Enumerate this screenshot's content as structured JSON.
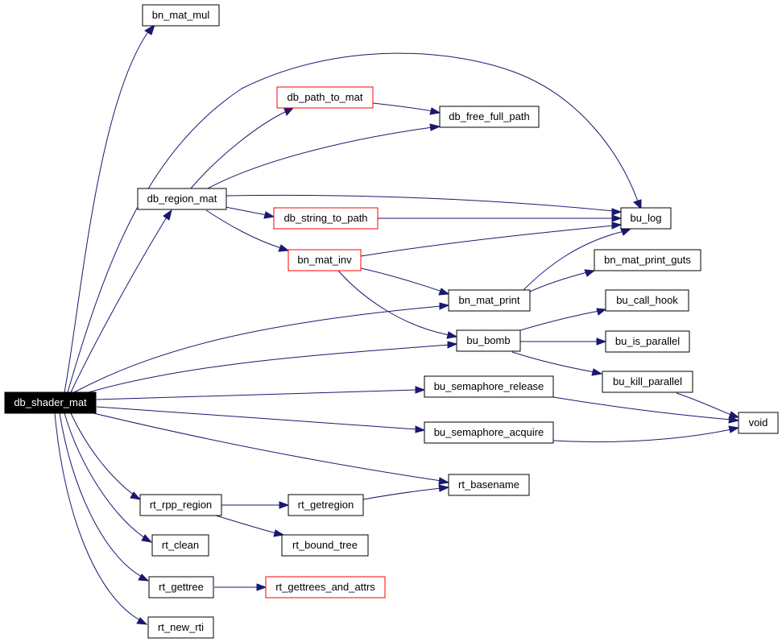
{
  "colors": {
    "edge": "#191970",
    "node_border": "#000000",
    "node_border_truncated": "#ff0000",
    "root_fill": "#000000",
    "root_text": "#ffffff",
    "background": "#ffffff"
  },
  "nodes": {
    "db_shader_mat": "db_shader_mat",
    "bn_mat_mul": "bn_mat_mul",
    "db_path_to_mat": "db_path_to_mat",
    "db_free_full_path": "db_free_full_path",
    "db_region_mat": "db_region_mat",
    "db_string_to_path": "db_string_to_path",
    "bu_log": "bu_log",
    "bn_mat_inv": "bn_mat_inv",
    "bn_mat_print_guts": "bn_mat_print_guts",
    "bn_mat_print": "bn_mat_print",
    "bu_call_hook": "bu_call_hook",
    "bu_bomb": "bu_bomb",
    "bu_is_parallel": "bu_is_parallel",
    "bu_kill_parallel": "bu_kill_parallel",
    "bu_semaphore_release": "bu_semaphore_release",
    "void": "void",
    "bu_semaphore_acquire": "bu_semaphore_acquire",
    "rt_basename": "rt_basename",
    "rt_rpp_region": "rt_rpp_region",
    "rt_getregion": "rt_getregion",
    "rt_clean": "rt_clean",
    "rt_bound_tree": "rt_bound_tree",
    "rt_gettree": "rt_gettree",
    "rt_gettrees_and_attrs": "rt_gettrees_and_attrs",
    "rt_new_rti": "rt_new_rti"
  }
}
